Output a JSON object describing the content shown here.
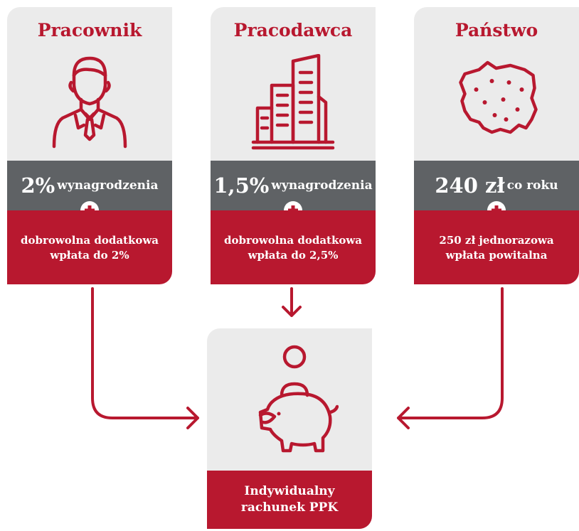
{
  "colors": {
    "accent": "#b8182f",
    "gray_band": "#5f6265",
    "card_bg": "#ebebeb"
  },
  "cards": [
    {
      "title": "Pracownik",
      "icon": "employee-icon",
      "rate_big": "2%",
      "rate_small": "wynagrodzenia",
      "extra_line1": "dobrowolna dodatkowa",
      "extra_line2": "wpłata do 2%"
    },
    {
      "title": "Pracodawca",
      "icon": "office-building-icon",
      "rate_big": "1,5%",
      "rate_small": "wynagrodzenia",
      "extra_line1": "dobrowolna dodatkowa",
      "extra_line2": "wpłata do 2,5%"
    },
    {
      "title": "Państwo",
      "icon": "poland-map-icon",
      "rate_big": "240 zł",
      "rate_small": "co roku",
      "extra_line1": "250 zł jednorazowa",
      "extra_line2": "wpłata powitalna"
    }
  ],
  "result": {
    "icon": "piggy-bank-icon",
    "line1": "Indywidualny",
    "line2": "rachunek PPK"
  }
}
